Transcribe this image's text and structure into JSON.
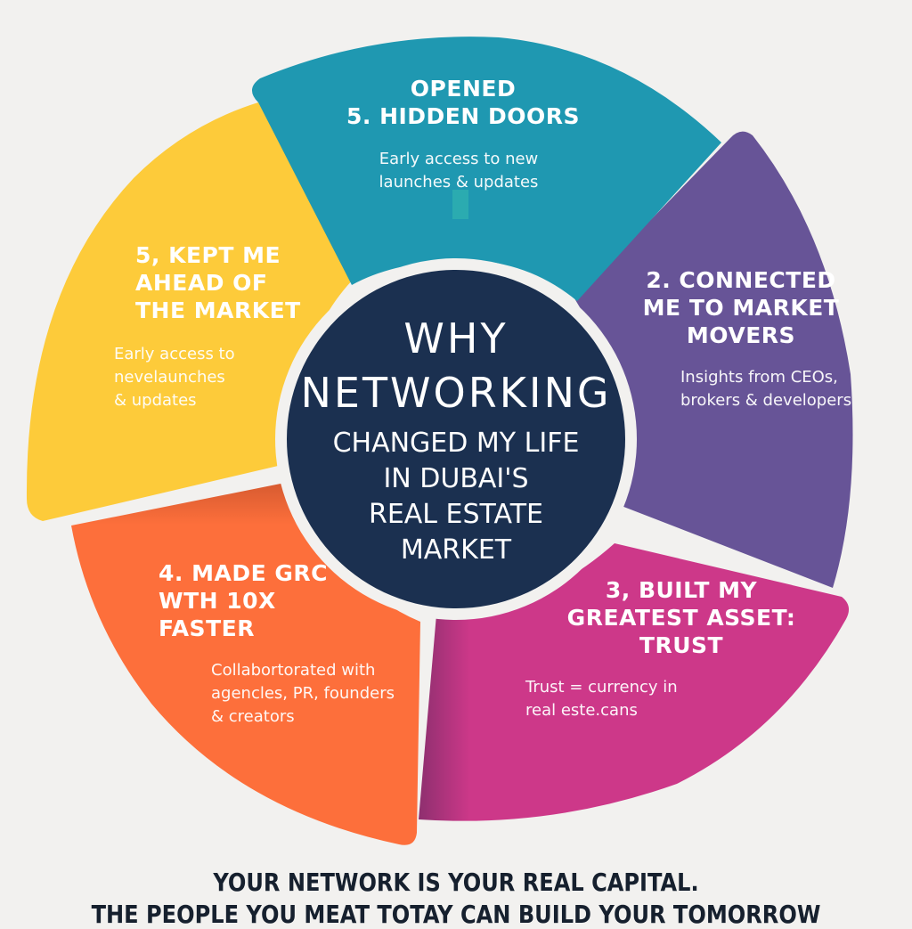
{
  "center": {
    "line1": "WHY",
    "line2": "NETWORKING",
    "rest": "CHANGED MY LIFE\nIN DUBAI'S\nREAL ESTATE\nMARKET"
  },
  "segments": [
    {
      "id": "teal",
      "color": "#1f98b1",
      "title": "OPENED\n5. HIDDEN DOORS",
      "body": "Early access to new\nlaunches & updates"
    },
    {
      "id": "purple",
      "color": "#675497",
      "title": "2. CONNECTED\nME TO MARKET\nMOVERS",
      "body": "Insights from CEOs,\nbrokers & developers"
    },
    {
      "id": "magenta",
      "color": "#cd3889",
      "title": "3, BUILT MY\nGREATEST ASSET:\nTRUST",
      "body": "Trust = currency in\nreal este.cans"
    },
    {
      "id": "orange",
      "color": "#fd6f3b",
      "title": "4. MADE GRC\nWTH 10X\nFASTER",
      "body": "Collabortorated with\nagencles, PR, founders\n& creators"
    },
    {
      "id": "yellow",
      "color": "#fdcb3a",
      "title": "5, KEPT ME\nAHEAD OF\nTHE MARKET",
      "body": "Early access to\nnevelaunches\n& updates"
    }
  ],
  "center_color": "#1b3050",
  "footer": {
    "line1": "YOUR NETWORK IS YOUR REAL CAPITAL.",
    "line2": "THE PEOPLE YOU MEAT TOTAY CAN BUILD YOUR  TOMORROW"
  }
}
